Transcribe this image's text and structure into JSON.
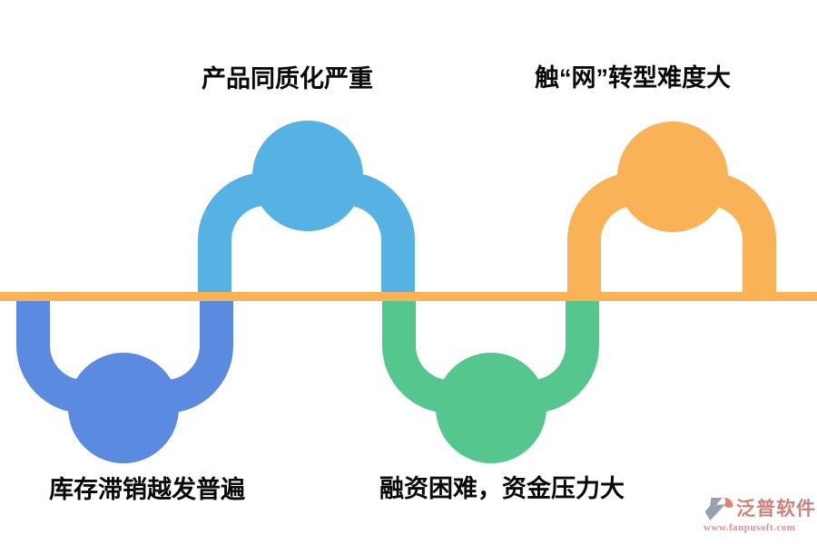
{
  "diagram": {
    "type": "wave-infographic",
    "baseline_color": "#f9b255",
    "label_color": "#0a0a0a",
    "segments": [
      {
        "node": "trough",
        "color": "#5b8ae1",
        "label": "库存滞销越发普遍"
      },
      {
        "node": "peak",
        "color": "#55b2e2",
        "label": "产品同质化严重"
      },
      {
        "node": "trough",
        "color": "#55c68e",
        "label": "融资困难，资金压力大"
      },
      {
        "node": "peak",
        "color": "#f9b255",
        "label": "触“网”转型难度大"
      }
    ]
  },
  "watermark": {
    "brand": "泛普软件",
    "url": "www.fanpusoft.com",
    "brand_color": "#cf827c",
    "icon_colors": {
      "gray": "#96a0b0",
      "red": "#e2826a"
    }
  }
}
